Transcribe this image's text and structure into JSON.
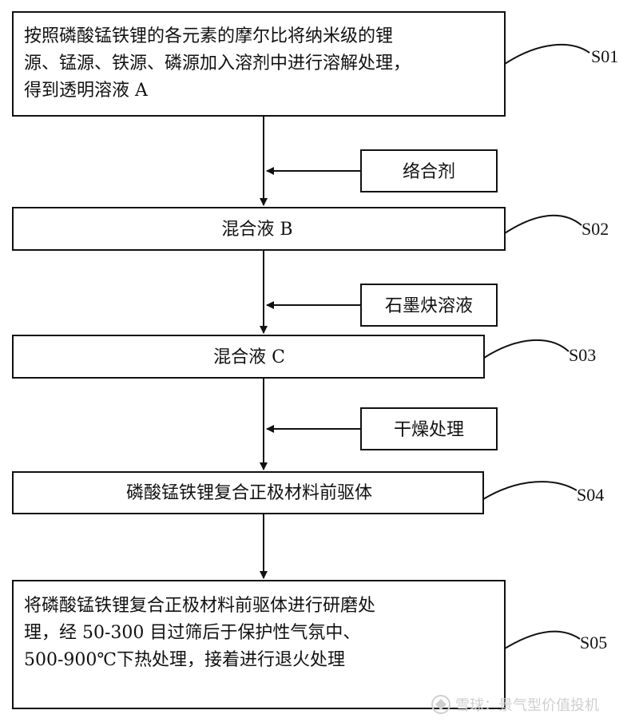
{
  "steps": [
    {
      "id": "S01",
      "lines": [
        "按照磷酸锰铁锂的各元素的摩尔比将纳米级的锂",
        "源、锰源、铁源、磷源加入溶剂中进行溶解处理，",
        "得到透明溶液 A"
      ]
    },
    {
      "id": "S02",
      "lines": [
        "混合液 B"
      ]
    },
    {
      "id": "S03",
      "lines": [
        "混合液 C"
      ]
    },
    {
      "id": "S04",
      "lines": [
        "磷酸锰铁锂复合正极材料前驱体"
      ]
    },
    {
      "id": "S05",
      "lines": [
        "将磷酸锰铁锂复合正极材料前驱体进行研磨处",
        "理，经 50-300 目过筛后于保护性气氛中、",
        "500-900℃下热处理，接着进行退火处理"
      ]
    }
  ],
  "additions": [
    "络合剂",
    "石墨炔溶液",
    "干燥处理"
  ],
  "watermark": {
    "icon": "snowball-logo-icon",
    "text": "雪球：景气型价值投机"
  }
}
